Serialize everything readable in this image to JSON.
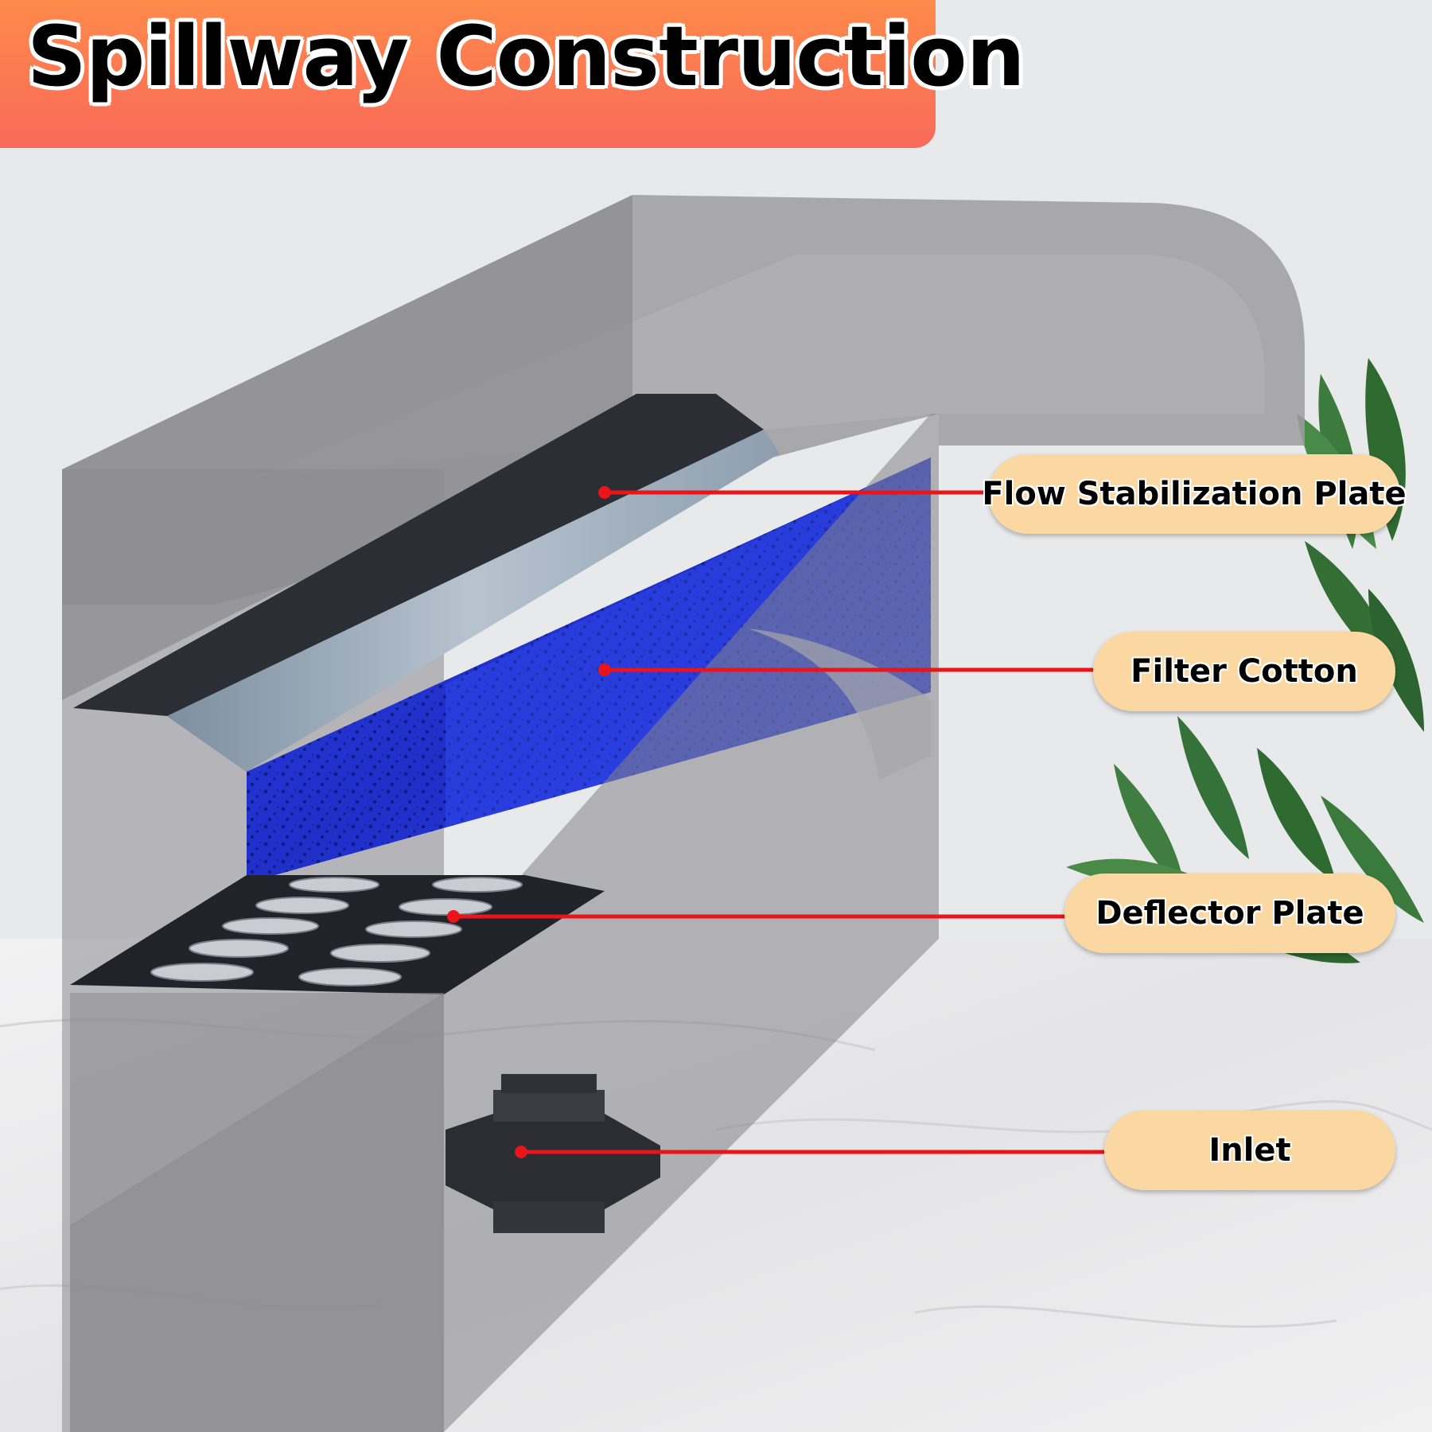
{
  "title": "Spillway Construction",
  "labels": {
    "flow_stabilization_plate": "Flow Stabilization Plate",
    "filter_cotton": "Filter Cotton",
    "deflector_plate": "Deflector Plate",
    "inlet": "Inlet"
  },
  "colors": {
    "banner_top": "#ff8a4a",
    "banner_bottom": "#f86a5a",
    "pill": "#fbd8a2",
    "leader_line": "#e8151b",
    "filter_cotton": "#2233d8",
    "housing": "#8c8c90"
  }
}
